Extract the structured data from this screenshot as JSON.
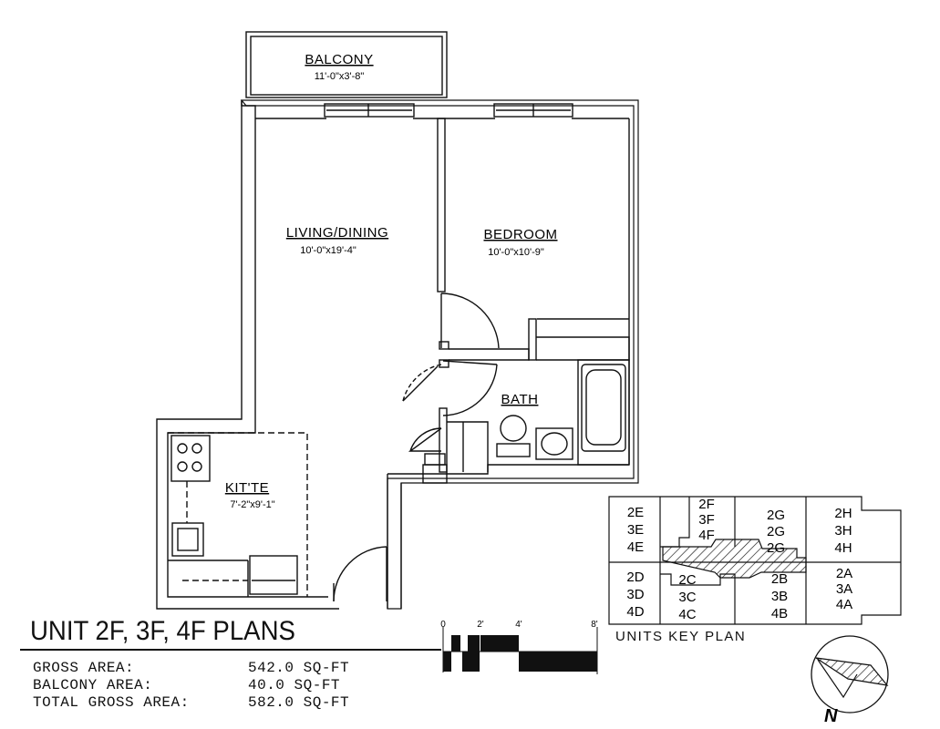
{
  "rooms": {
    "balcony": {
      "name": "BALCONY",
      "dims": "11'-0\"x3'-8\""
    },
    "living": {
      "name": "LIVING/DINING",
      "dims": "10'-0\"x19'-4\""
    },
    "bedroom": {
      "name": "BEDROOM",
      "dims": "10'-0\"x10'-9\""
    },
    "bath": {
      "name": "BATH"
    },
    "kitchen": {
      "name": "KIT'TE",
      "dims": "7'-2\"x9'-1\""
    }
  },
  "title": "UNIT 2F, 3F, 4F PLANS",
  "areas": [
    {
      "label": "GROSS AREA:",
      "value": "542.0 SQ-FT"
    },
    {
      "label": "BALCONY AREA:",
      "value": "40.0 SQ-FT"
    },
    {
      "label": "TOTAL GROSS AREA:",
      "value": "582.0 SQ-FT"
    }
  ],
  "scale": {
    "ticks": [
      "0",
      "2'",
      "4'",
      "8'"
    ]
  },
  "key_plan": {
    "label": "UNITS KEY PLAN",
    "units": {
      "e": [
        "2E",
        "3E",
        "4E"
      ],
      "f": [
        "2F",
        "3F",
        "4F"
      ],
      "g": [
        "2G",
        "2G",
        "2G"
      ],
      "h": [
        "2H",
        "3H",
        "4H"
      ],
      "d": [
        "2D",
        "3D",
        "4D"
      ],
      "c": [
        "2C",
        "3C",
        "4C"
      ],
      "b": [
        "2B",
        "3B",
        "4B"
      ],
      "a": [
        "2A",
        "3A",
        "4A"
      ]
    }
  },
  "north": {
    "label": "N"
  }
}
